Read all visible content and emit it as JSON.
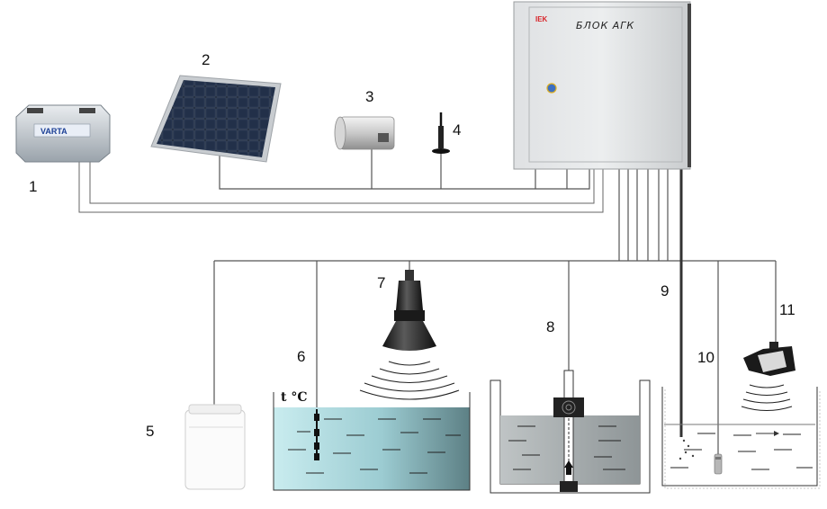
{
  "cabinet": {
    "title": "БЛОК АГК",
    "brand": "IEK"
  },
  "battery": {
    "brand": "VARTA"
  },
  "tank": {
    "temperature_label": "t °C"
  },
  "labels": [
    "1",
    "2",
    "3",
    "4",
    "5",
    "6",
    "7",
    "8",
    "9",
    "10",
    "11"
  ]
}
